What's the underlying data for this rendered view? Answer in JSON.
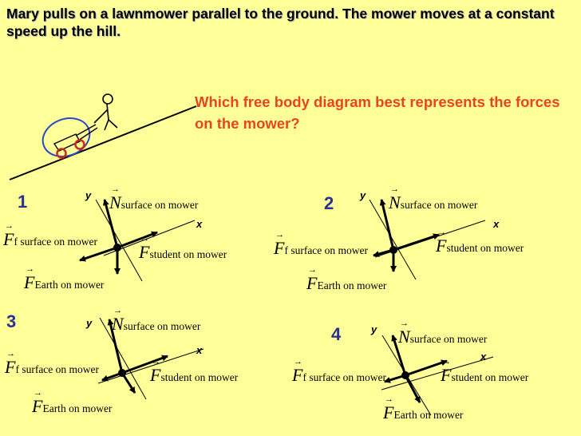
{
  "header": {
    "problem_text": "Mary pulls on a lawnmower parallel to the ground.  The mower moves at a constant speed up the hill.",
    "question_text": "Which free body diagram best represents the forces on the mower?"
  },
  "colors": {
    "background": "#ffff99",
    "question": "#e8451e",
    "option_number": "#2a3190",
    "mower_outline": "#2b48c8",
    "mower_wheels": "#cc2a1a"
  },
  "vector_symbols": {
    "normal": "N",
    "force": "F"
  },
  "options": [
    {
      "number": "1",
      "axis_x": "x",
      "axis_y": "y",
      "normal_sub": "surface on mower",
      "friction_sub": "f surface on mower",
      "pull_sub": "student on mower",
      "weight_sub": "Earth on mower"
    },
    {
      "number": "2",
      "axis_x": "x",
      "axis_y": "y",
      "normal_sub": "surface on mower",
      "friction_sub": "f surface on mower",
      "pull_sub": "student on mower",
      "weight_sub": "Earth on mower"
    },
    {
      "number": "3",
      "axis_x": "x",
      "axis_y": "y",
      "normal_sub": "surface on mower",
      "friction_sub": "f surface on mower",
      "pull_sub": "student on mower",
      "weight_sub": "Earth on mower"
    },
    {
      "number": "4",
      "axis_x": "x",
      "axis_y": "y",
      "normal_sub": "surface on mower",
      "friction_sub": "f surface on mower",
      "pull_sub": "student on mower",
      "weight_sub": "Earth on mower"
    }
  ]
}
